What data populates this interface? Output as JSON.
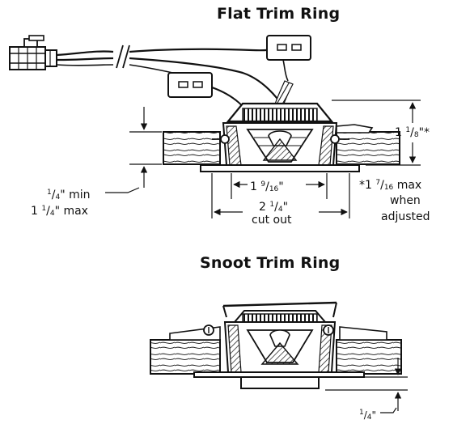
{
  "titles": {
    "flat": "Flat Trim Ring",
    "snoot": "Snoot Trim Ring"
  },
  "labels": {
    "height": {
      "whole": "1",
      "num": "1",
      "den": "8",
      "suffix": "\"*"
    },
    "inner_width": {
      "whole": "1",
      "num": "9",
      "den": "16",
      "suffix": "\""
    },
    "outer_width": {
      "whole": "2",
      "num": "1",
      "den": "4",
      "suffix": "\""
    },
    "cut_out": "cut out",
    "min_thick": {
      "num": "1",
      "den": "4",
      "suffix": "\" min"
    },
    "max_thick": {
      "whole": "1",
      "num": "1",
      "den": "4",
      "suffix": "\" max"
    },
    "adjust_note": {
      "prefix": "*1 ",
      "num": "7",
      "den": "16",
      "suffix": " max"
    },
    "adjust_line2": "when",
    "adjust_line3": "adjusted",
    "snoot_depth": {
      "num": "1",
      "den": "4",
      "suffix": "\""
    }
  },
  "colors": {
    "ink": "#111111",
    "wood": "#ffffff"
  }
}
